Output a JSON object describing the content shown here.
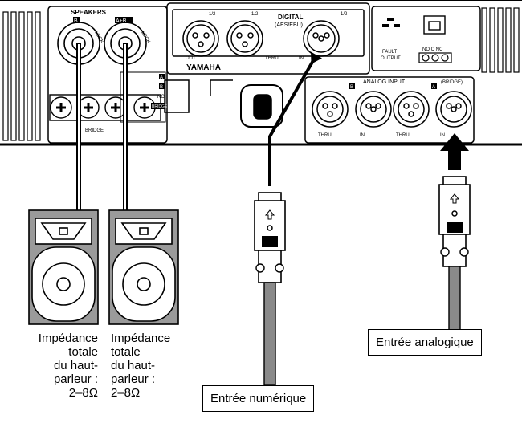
{
  "panel": {
    "speakers_title": "SPEAKERS",
    "speaker_jack_b": "B",
    "speaker_jack_ab": "A+B",
    "lock_label": "LOCK",
    "bridge_label": "BRIDGE",
    "mode_a": "A",
    "mode_b": "B",
    "mode_nc": "NC",
    "mode_bridge": "BRIDGE",
    "digital_title": "DIGITAL",
    "digital_subtitle": "(AES/EBU)",
    "digital_out": "OUT",
    "digital_thru": "THRU",
    "digital_in": "IN",
    "digital_ch": "1/2",
    "brand": "YAMAHA",
    "fault_output": "FAULT",
    "fault_output2": "OUTPUT",
    "nc_c_nc": "NO C NC",
    "analog_title": "ANALOG INPUT",
    "analog_b": "B",
    "analog_a": "A",
    "analog_bridge": "(BRIDGE)",
    "analog_thru_b": "THRU",
    "analog_in_b": "IN",
    "analog_thru_a": "THRU",
    "analog_in_a": "IN"
  },
  "labels": {
    "speaker1_lines": [
      "Impédance",
      "totale",
      "du haut-",
      "parleur :",
      "2–8Ω"
    ],
    "speaker2_lines": [
      "Impédance",
      "totale",
      "du haut-",
      "parleur :",
      "2–8Ω"
    ],
    "digital_input_box": "Entrée numérique",
    "analog_input_box": "Entrée analogique"
  },
  "colors": {
    "panel_fill": "#ffffff",
    "line": "#000000",
    "cable_gray": "#8a8a8a",
    "speaker_gray": "#9a9a9a"
  }
}
